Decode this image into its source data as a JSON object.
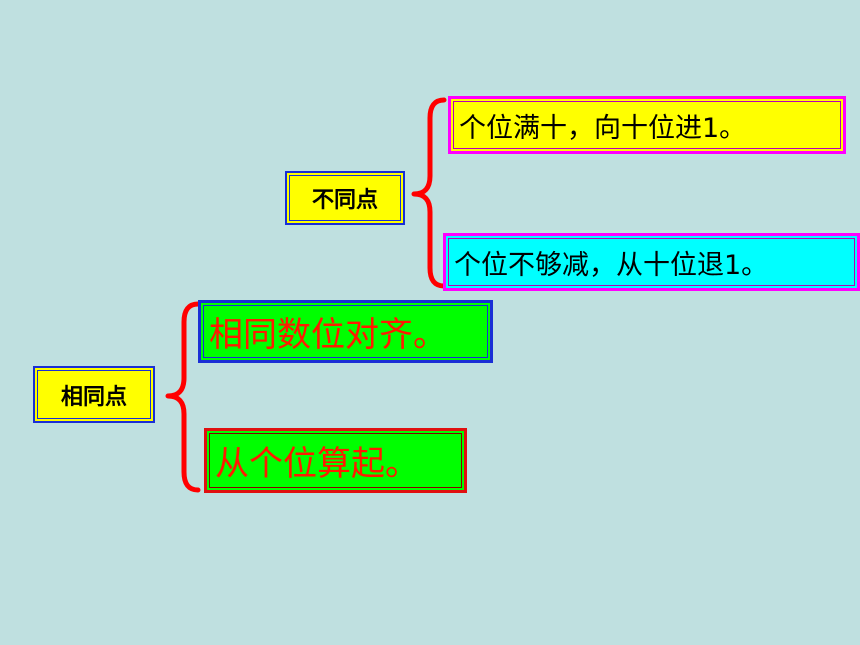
{
  "differences": {
    "title": "不同点",
    "items": [
      "个位满十，向十位进1。",
      "个位不够减，从十位退1。"
    ]
  },
  "similarities": {
    "title": "相同点",
    "items": [
      "相同数位对齐。",
      "从个位算起。"
    ]
  },
  "colors": {
    "background": "#bfe0e0",
    "brace": "#ff0000",
    "label_fill": "#ffff00",
    "label_border": "#1a2fd6",
    "diff_border": "#ff00ff",
    "same_text": "#ff1a00",
    "same_fill": "#00ff00"
  }
}
